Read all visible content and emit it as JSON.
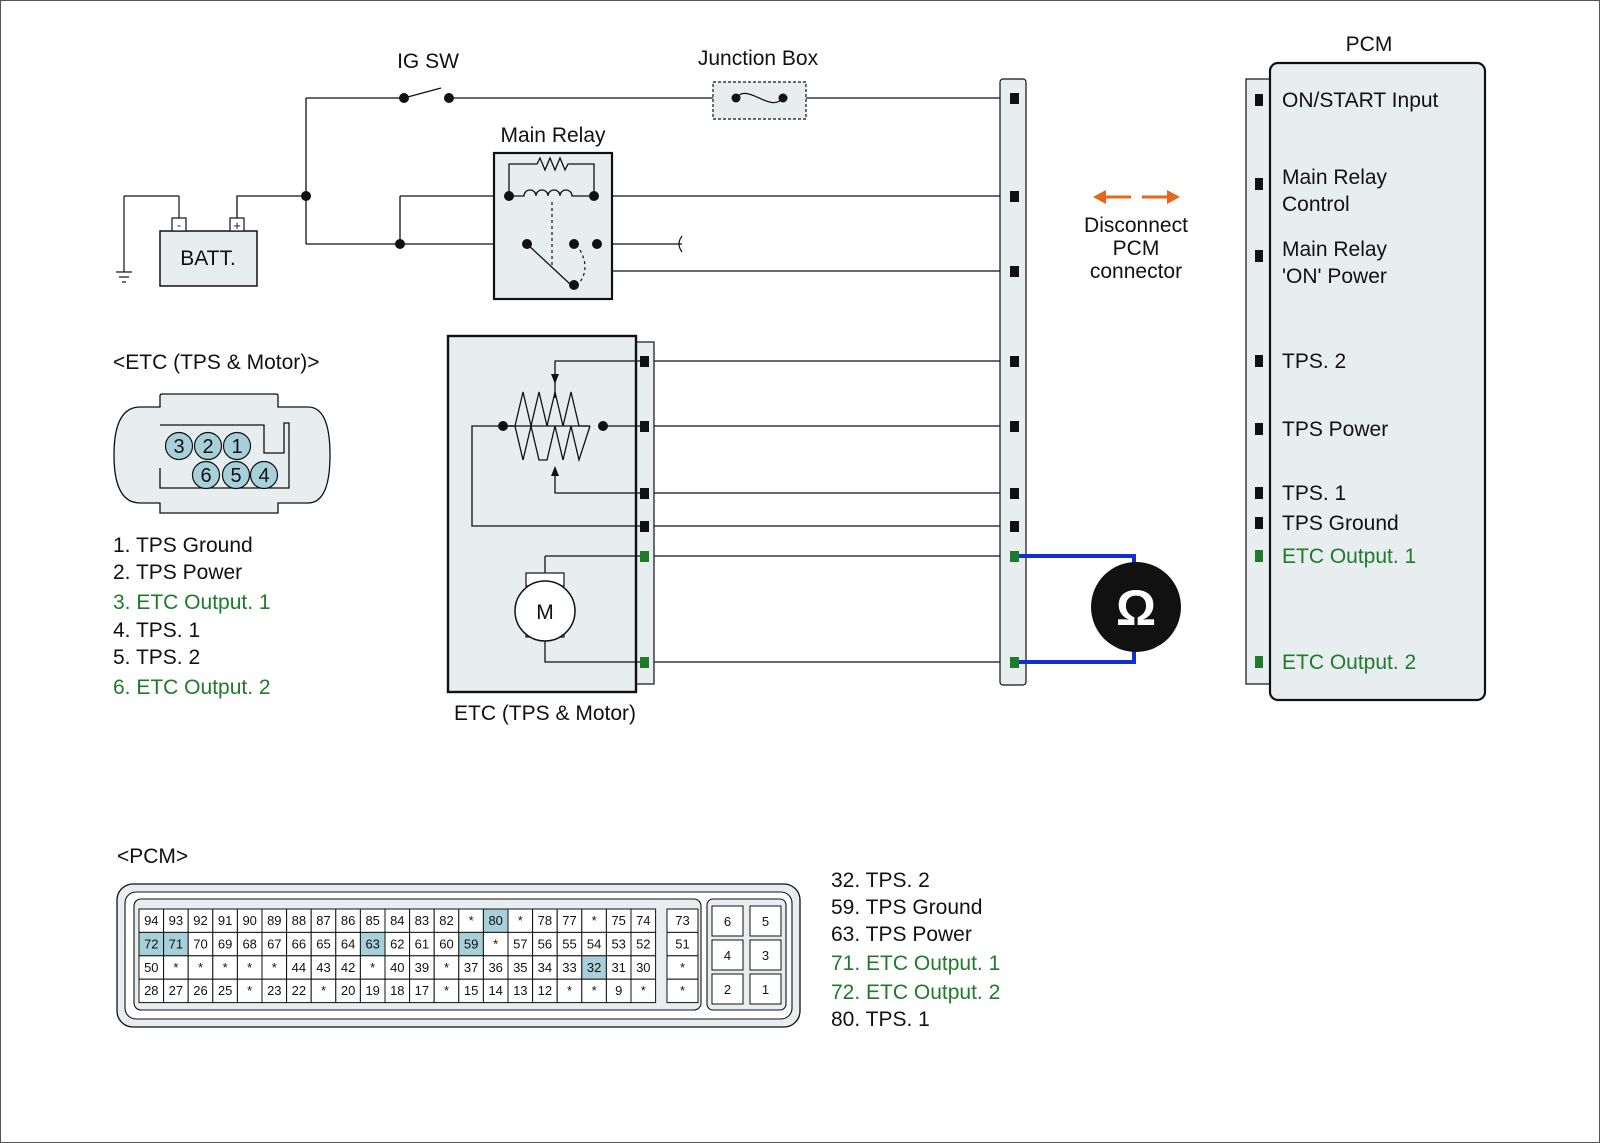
{
  "labels": {
    "ig_sw": "IG SW",
    "junction_box": "Junction Box",
    "main_relay": "Main Relay",
    "batt": "BATT.",
    "batt_minus": "-",
    "batt_plus": "+",
    "etc_connector_title": "<ETC (TPS & Motor)>",
    "etc_component": "ETC (TPS & Motor)",
    "motor": "M",
    "pcm_title": "PCM",
    "pcm_connector_title": "<PCM>",
    "disconnect": [
      "Disconnect",
      "PCM",
      "connector"
    ],
    "ohm_symbol": "Ω"
  },
  "pcm_pins": [
    {
      "lines": [
        "ON/START Input"
      ],
      "green": false
    },
    {
      "lines": [
        "Main Relay",
        "Control"
      ],
      "green": false
    },
    {
      "lines": [
        "Main Relay",
        "'ON' Power"
      ],
      "green": false
    },
    {
      "lines": [
        "TPS. 2"
      ],
      "green": false
    },
    {
      "lines": [
        "TPS Power"
      ],
      "green": false
    },
    {
      "lines": [
        "TPS. 1"
      ],
      "green": false
    },
    {
      "lines": [
        "TPS Ground"
      ],
      "green": false
    },
    {
      "lines": [
        "ETC Output. 1"
      ],
      "green": true
    },
    {
      "lines": [
        "ETC Output. 2"
      ],
      "green": true
    }
  ],
  "etc_pin_numbers": [
    "3",
    "2",
    "1",
    "6",
    "5",
    "4"
  ],
  "etc_legend": [
    {
      "text": "1. TPS Ground",
      "green": false
    },
    {
      "text": "2. TPS Power",
      "green": false
    },
    {
      "text": "3. ETC Output. 1",
      "green": true
    },
    {
      "text": "4. TPS. 1",
      "green": false
    },
    {
      "text": "5. TPS. 2",
      "green": false
    },
    {
      "text": "6. ETC Output. 2",
      "green": true
    }
  ],
  "pcm_legend": [
    {
      "text": "32. TPS. 2",
      "green": false
    },
    {
      "text": "59. TPS Ground",
      "green": false
    },
    {
      "text": "63. TPS Power",
      "green": false
    },
    {
      "text": "71. ETC Output. 1",
      "green": true
    },
    {
      "text": "72. ETC Output. 2",
      "green": true
    },
    {
      "text": "80. TPS. 1",
      "green": false
    }
  ],
  "pcm_grid": {
    "rows": [
      [
        "94",
        "93",
        "92",
        "91",
        "90",
        "89",
        "88",
        "87",
        "86",
        "85",
        "84",
        "83",
        "82",
        "*",
        "80",
        "*",
        "78",
        "77",
        "*",
        "75",
        "74"
      ],
      [
        "72",
        "71",
        "70",
        "69",
        "68",
        "67",
        "66",
        "65",
        "64",
        "63",
        "62",
        "61",
        "60",
        "59",
        "*",
        "57",
        "56",
        "55",
        "54",
        "53",
        "52"
      ],
      [
        "50",
        "*",
        "*",
        "*",
        "*",
        "*",
        "44",
        "43",
        "42",
        "*",
        "40",
        "39",
        "*",
        "37",
        "36",
        "35",
        "34",
        "33",
        "32",
        "31",
        "30"
      ],
      [
        "28",
        "27",
        "26",
        "25",
        "*",
        "23",
        "22",
        "*",
        "20",
        "19",
        "18",
        "17",
        "*",
        "15",
        "14",
        "13",
        "12",
        "*",
        "*",
        "9",
        "*"
      ]
    ],
    "side_column": [
      "73",
      "51",
      "*",
      "*"
    ],
    "small_block": [
      [
        "6",
        "5"
      ],
      [
        "4",
        "3"
      ],
      [
        "2",
        "1"
      ]
    ],
    "highlighted": [
      "80",
      "72",
      "71",
      "63",
      "59",
      "32"
    ]
  },
  "colors": {
    "wire": "#111111",
    "panel": "#e8eef0",
    "pin_highlight": "#a8d0da",
    "green": "#1f7a2a",
    "blue_lead": "#1030d0",
    "orange_arrow": "#e8661a"
  }
}
